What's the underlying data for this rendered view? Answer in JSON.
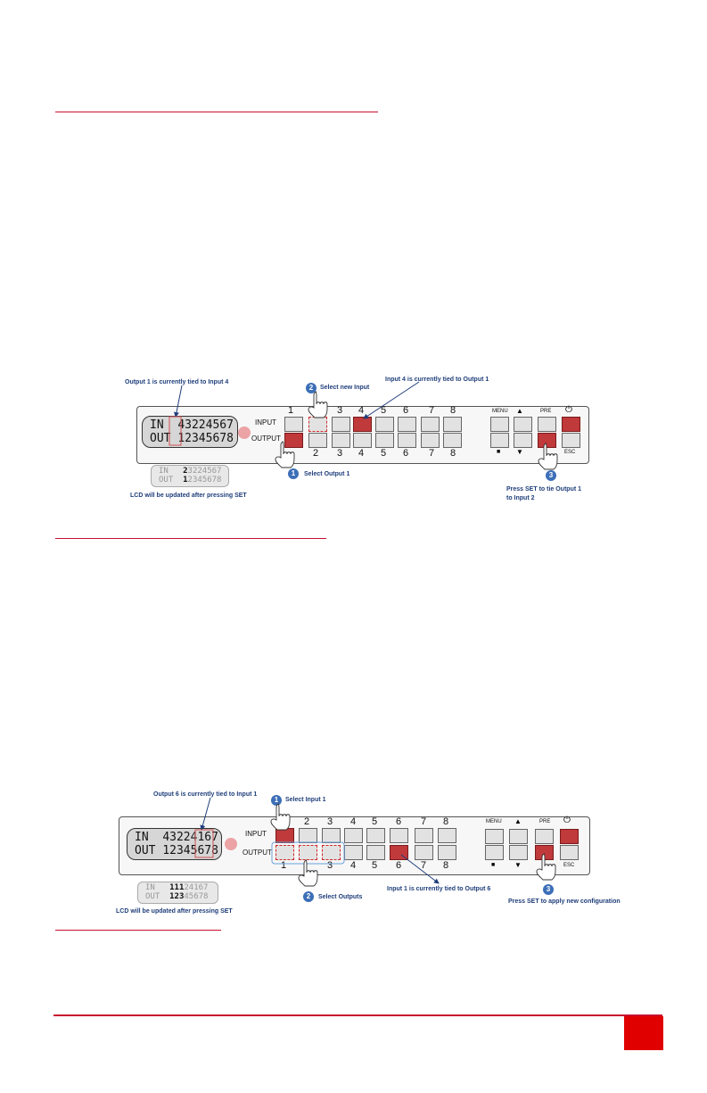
{
  "diagram1": {
    "callout_top_left": "Output 1 is currently tied to Input 4",
    "callout_top_mid": "Input 4 is currently tied to Output 1",
    "step1_label": "Select Output 1",
    "step2_label": "Select new Input",
    "step3_label": "Press SET to tie Output 1",
    "step3_label2": "to Input 2",
    "lcd_in_label": "IN",
    "lcd_in_values": "43224567",
    "lcd_out_label": "OUT",
    "lcd_out_values": "12345678",
    "small_lcd_in_label": "IN",
    "small_lcd_in_first": "2",
    "small_lcd_in_rest": "3224567",
    "small_lcd_out_label": "OUT",
    "small_lcd_out_first": "1",
    "small_lcd_out_rest": "2345678",
    "lcd_note": "LCD will be updated after pressing SET",
    "step_numbers": [
      "1",
      "2",
      "3"
    ]
  },
  "diagram2": {
    "callout_top_left": "Output 6 is currently tied to Input 1",
    "step1_label": "Select Input 1",
    "step2_label": "Select Outputs",
    "step3_label": "Press SET to apply new configuration",
    "callout_bottom": "Input 1 is currently tied to Output 6",
    "lcd_in_label": "IN",
    "lcd_in_values": "43224167",
    "lcd_out_label": "OUT",
    "lcd_out_values": "12345678",
    "small_lcd_in_label": "IN",
    "small_lcd_in_first": "111",
    "small_lcd_in_rest": "24167",
    "small_lcd_out_label": "OUT",
    "small_lcd_out_first": "123",
    "small_lcd_out_rest": "45678",
    "lcd_note": "LCD will be updated after pressing SET",
    "step_numbers": [
      "1",
      "2",
      "3"
    ]
  },
  "panel": {
    "input_label": "INPUT",
    "output_label": "OUTPUT",
    "numbers": [
      "1",
      "2",
      "3",
      "4",
      "5",
      "6",
      "7",
      "8"
    ],
    "menu_label": "MENU",
    "pre_label": "PRE",
    "esc_label": "ESC"
  },
  "colors": {
    "accent_red": "#c8102e",
    "button_red": "#c0393b",
    "callout_blue": "#1f3e7a"
  }
}
